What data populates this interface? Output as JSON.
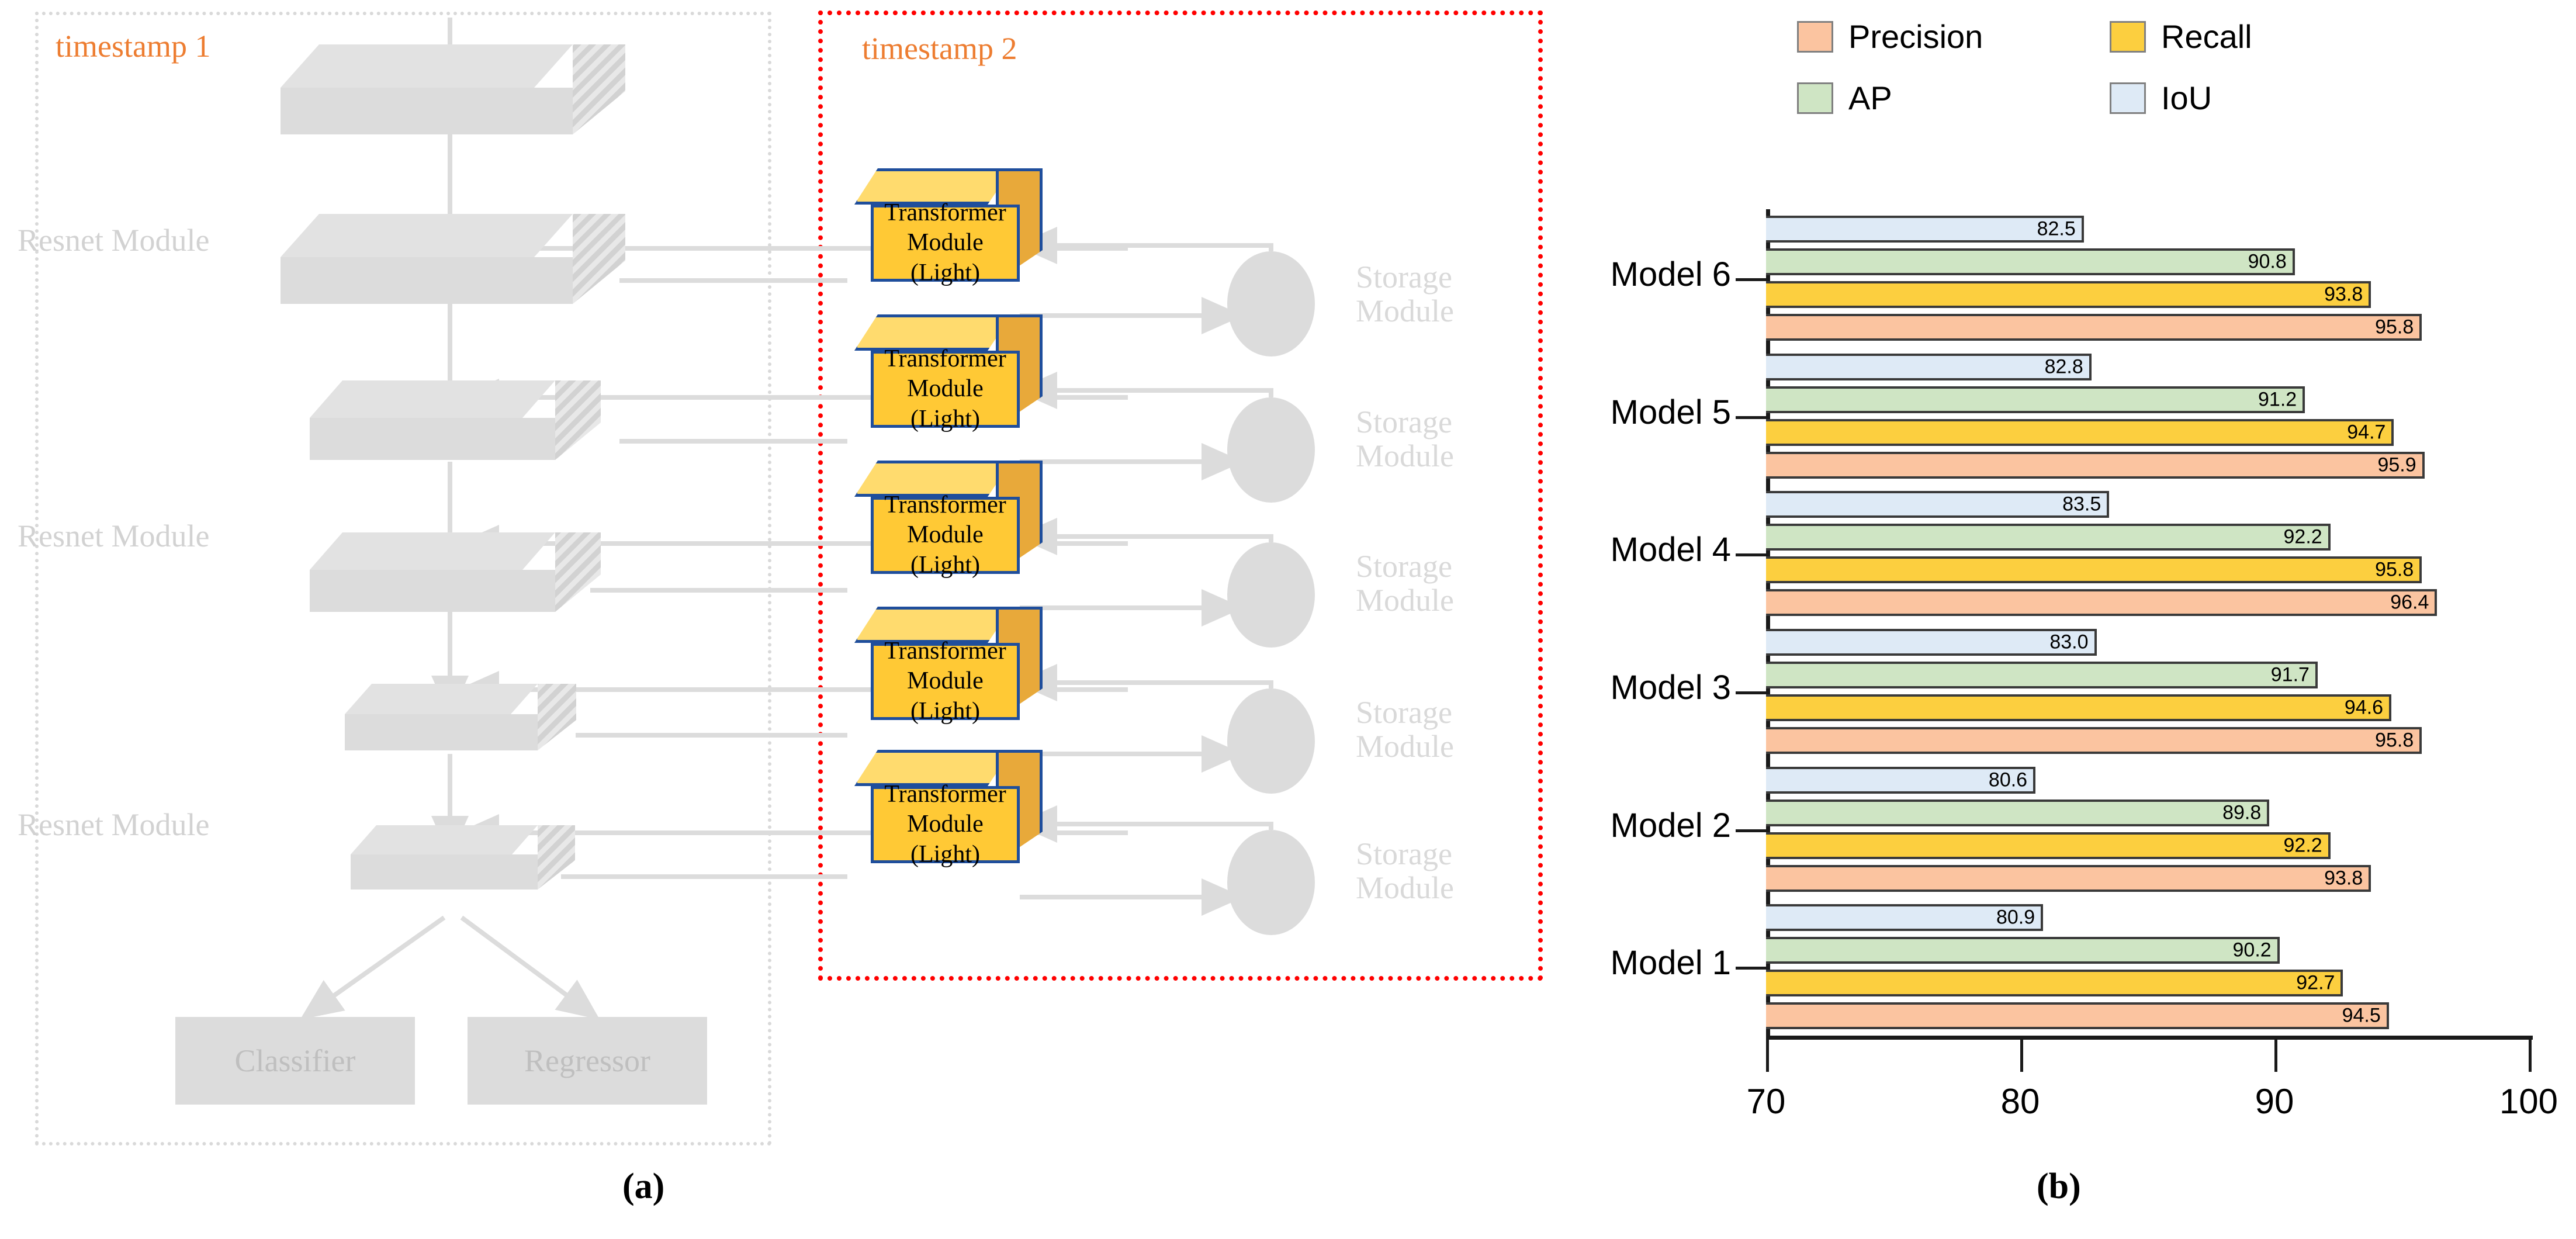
{
  "figure": {
    "caption_a": "(a)",
    "caption_b": "(b)"
  },
  "panel_a": {
    "timestamp1_label": "timestamp 1",
    "timestamp2_label": "timestamp 2",
    "resnet_labels": [
      "Resnet Module",
      "Resnet Module",
      "Resnet Module"
    ],
    "transformer_label": "Transformer\nModule (Light)",
    "transformer_count": 5,
    "storage_label": "Storage\nModule",
    "storage_count": 5,
    "classifier_label": "Classifier",
    "regressor_label": "Regressor",
    "colors": {
      "timestamp_text": "#ED7D31",
      "ts1_border": "#d9d9d9",
      "ts2_border": "#ff0000",
      "slab_fill": "#dcdcdc",
      "transformer_fill": "#FFC935",
      "transformer_border": "#1F4E9C"
    }
  },
  "chart_data": {
    "type": "bar",
    "orientation": "horizontal",
    "title": "",
    "xlabel": "",
    "ylabel": "",
    "xlim": [
      70,
      100
    ],
    "xticks": [
      70,
      80,
      90,
      100
    ],
    "xtick_labels": [
      "70",
      "80",
      "90",
      "100"
    ],
    "grid": false,
    "legend_position": "top",
    "categories": [
      "Model 1",
      "Model 2",
      "Model 3",
      "Model 4",
      "Model 5",
      "Model 6"
    ],
    "series": [
      {
        "name": "Precision",
        "color": "#FBC4A0",
        "values": [
          94.5,
          93.8,
          95.8,
          96.4,
          95.9,
          95.8
        ]
      },
      {
        "name": "Recall",
        "color": "#FCCF3F",
        "values": [
          92.7,
          92.2,
          94.6,
          95.8,
          94.7,
          93.8
        ]
      },
      {
        "name": "AP",
        "color": "#CFE5C4",
        "values": [
          90.2,
          89.8,
          91.7,
          92.2,
          91.2,
          90.8
        ]
      },
      {
        "name": "IoU",
        "color": "#DEEAF6",
        "values": [
          80.9,
          80.6,
          83.0,
          83.5,
          82.8,
          82.5
        ]
      }
    ],
    "bar_labels": [
      [
        "94.5",
        "93.8",
        "95.8",
        "96.4",
        "95.9",
        "95.8"
      ],
      [
        "92.7",
        "92.2",
        "94.6",
        "95.8",
        "94.7",
        "93.8"
      ],
      [
        "90.2",
        "89.8",
        "91.7",
        "92.2",
        "91.2",
        "90.8"
      ],
      [
        "80.9",
        "80.6",
        "83.0",
        "83.5",
        "82.8",
        "82.5"
      ]
    ]
  }
}
